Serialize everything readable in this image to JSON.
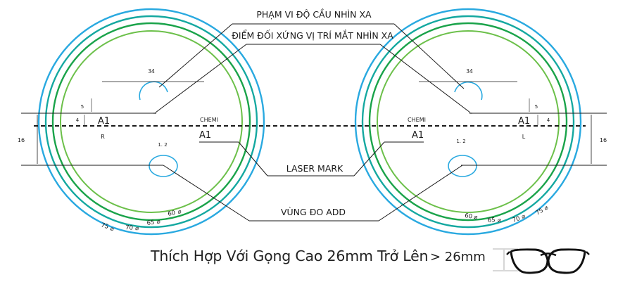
{
  "callouts": {
    "far_range": "PHẠM VI ĐỘ CẦU NHÌN XA",
    "far_symmetry": "ĐIỂM ĐỐI XỨNG VỊ TRÍ MẮT NHÌN XA",
    "laser_mark": "LASER  MARK",
    "add_zone": "VÙNG ĐO ADD"
  },
  "lens_left": {
    "width_dim": "34",
    "offset_v": "5",
    "offset_h": "4",
    "code": "A1",
    "side": "R",
    "brand": "CHEMI",
    "code_center": "A1",
    "add_value": "1. 2",
    "height_dim": "16",
    "diameters": [
      "60",
      "65",
      "70",
      "75"
    ]
  },
  "lens_right": {
    "width_dim": "34",
    "offset_v": "5",
    "offset_h": "4",
    "code": "A1",
    "side": "L",
    "brand": "CHEMI",
    "code_center": "A1",
    "add_value": "1. 2",
    "height_dim": "16",
    "diameters": [
      "60",
      "65",
      "70",
      "75"
    ]
  },
  "diameter_symbol": "⌀",
  "footer": {
    "title": "Thích Hợp Với Gọng Cao 26mm Trở Lên",
    "height_label": "> 26mm"
  },
  "colors": {
    "ring_60": "#6cc04a",
    "ring_65": "#1aa34a",
    "ring_70": "#14a8a0",
    "ring_75": "#29a9e0",
    "zone": "#29a9e0",
    "line": "#1a1a1a"
  },
  "icons": [
    "glasses-icon",
    "diameter-icon"
  ]
}
